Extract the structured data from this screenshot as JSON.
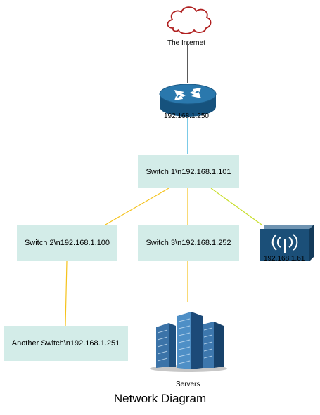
{
  "diagram": {
    "title": "Network Diagram",
    "nodes": {
      "internet": {
        "label": "The Internet",
        "icon": "cloud-icon"
      },
      "router": {
        "label": "192.168.1.250",
        "icon": "router-icon"
      },
      "switch1": {
        "label": "Switch 1\\n192.168.1.101"
      },
      "switch2": {
        "label": "Switch 2\\n192.168.1.100"
      },
      "switch3": {
        "label": "Switch 3\\n192.168.1.252"
      },
      "another_switch": {
        "label": "Another Switch\\n192.168.1.251"
      },
      "wifi": {
        "label": "192.168.1.61",
        "icon": "wireless-access-point-icon"
      },
      "servers": {
        "label": "Servers",
        "icon": "servers-icon"
      }
    },
    "edges": [
      {
        "from": "internet",
        "to": "router",
        "color": "#222222"
      },
      {
        "from": "router",
        "to": "switch1",
        "color": "#4fb8df"
      },
      {
        "from": "switch1",
        "to": "switch2",
        "color": "#f5c21b"
      },
      {
        "from": "switch1",
        "to": "switch3",
        "color": "#f5c21b"
      },
      {
        "from": "switch1",
        "to": "wifi",
        "color": "#c8de2a"
      },
      {
        "from": "switch2",
        "to": "another_switch",
        "color": "#f5c21b"
      },
      {
        "from": "switch3",
        "to": "servers",
        "color": "#f5c21b"
      }
    ],
    "colors": {
      "box_fill": "#d3ece8",
      "cloud_stroke": "#b02020",
      "router_blue": "#1e6494",
      "wifi_blue": "#1b4f78"
    }
  }
}
